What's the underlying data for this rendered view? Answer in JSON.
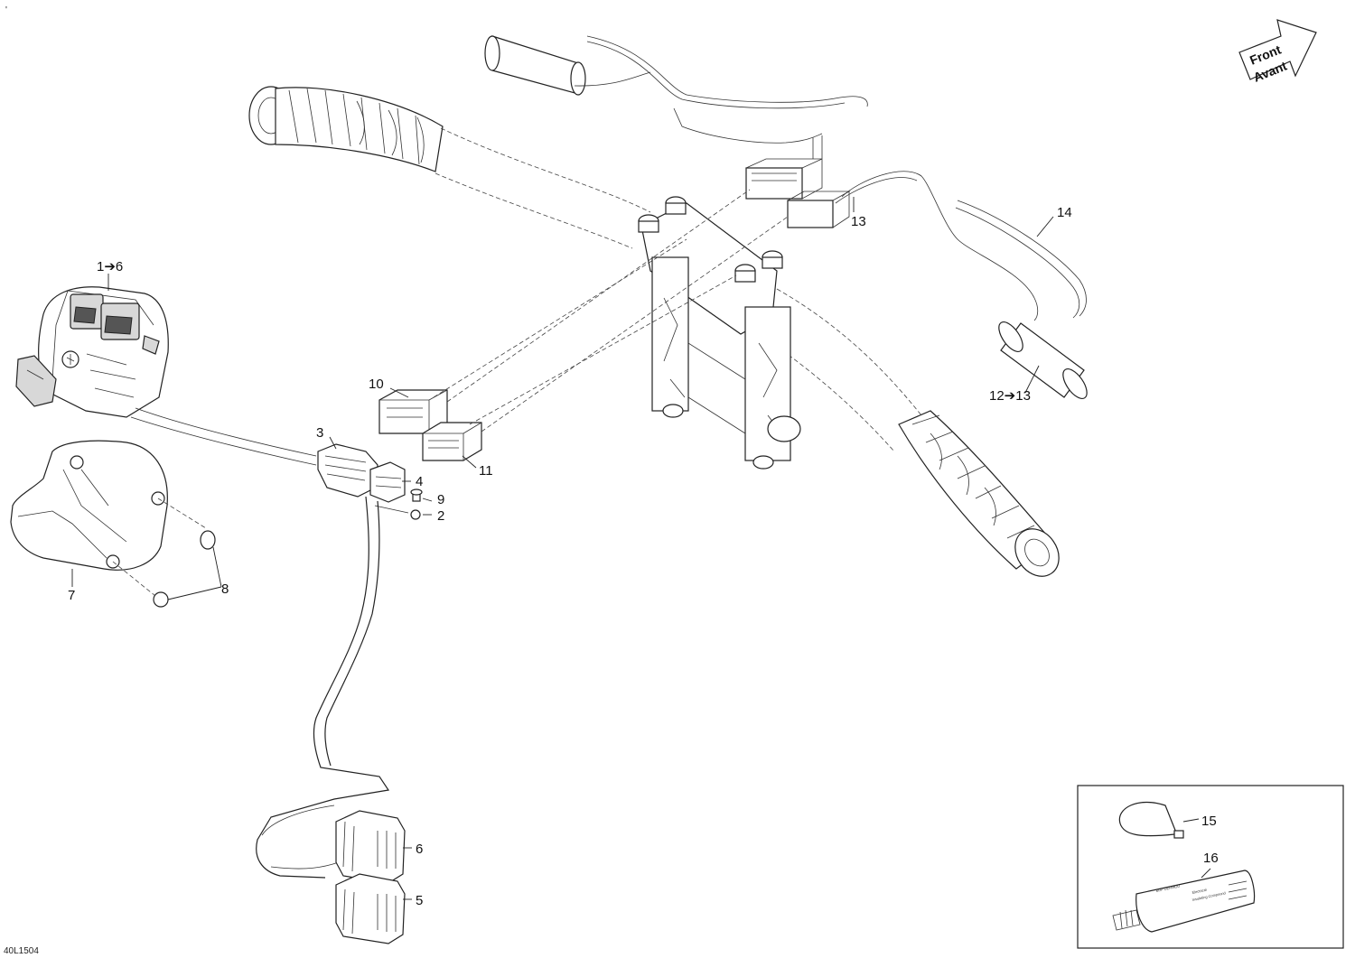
{
  "diagram": {
    "code": "40L1504",
    "direction_arrow": {
      "line1": "Front",
      "line2": "Avant"
    },
    "labels": [
      {
        "id": "range-1-6",
        "text": "1➔6"
      },
      {
        "id": "p2",
        "text": "2"
      },
      {
        "id": "p3",
        "text": "3"
      },
      {
        "id": "p4",
        "text": "4"
      },
      {
        "id": "p5",
        "text": "5"
      },
      {
        "id": "p6",
        "text": "6"
      },
      {
        "id": "p7",
        "text": "7"
      },
      {
        "id": "p8",
        "text": "8"
      },
      {
        "id": "p9",
        "text": "9"
      },
      {
        "id": "p10",
        "text": "10"
      },
      {
        "id": "p11",
        "text": "11"
      },
      {
        "id": "range-12-13",
        "text": "12➔13"
      },
      {
        "id": "p13",
        "text": "13"
      },
      {
        "id": "p14",
        "text": "14"
      },
      {
        "id": "p15",
        "text": "15"
      },
      {
        "id": "p16",
        "text": "16"
      }
    ],
    "tube_text": {
      "brand": "BRP DERMOD",
      "line1": "Electrical",
      "line2": "Insulating Compound"
    }
  }
}
